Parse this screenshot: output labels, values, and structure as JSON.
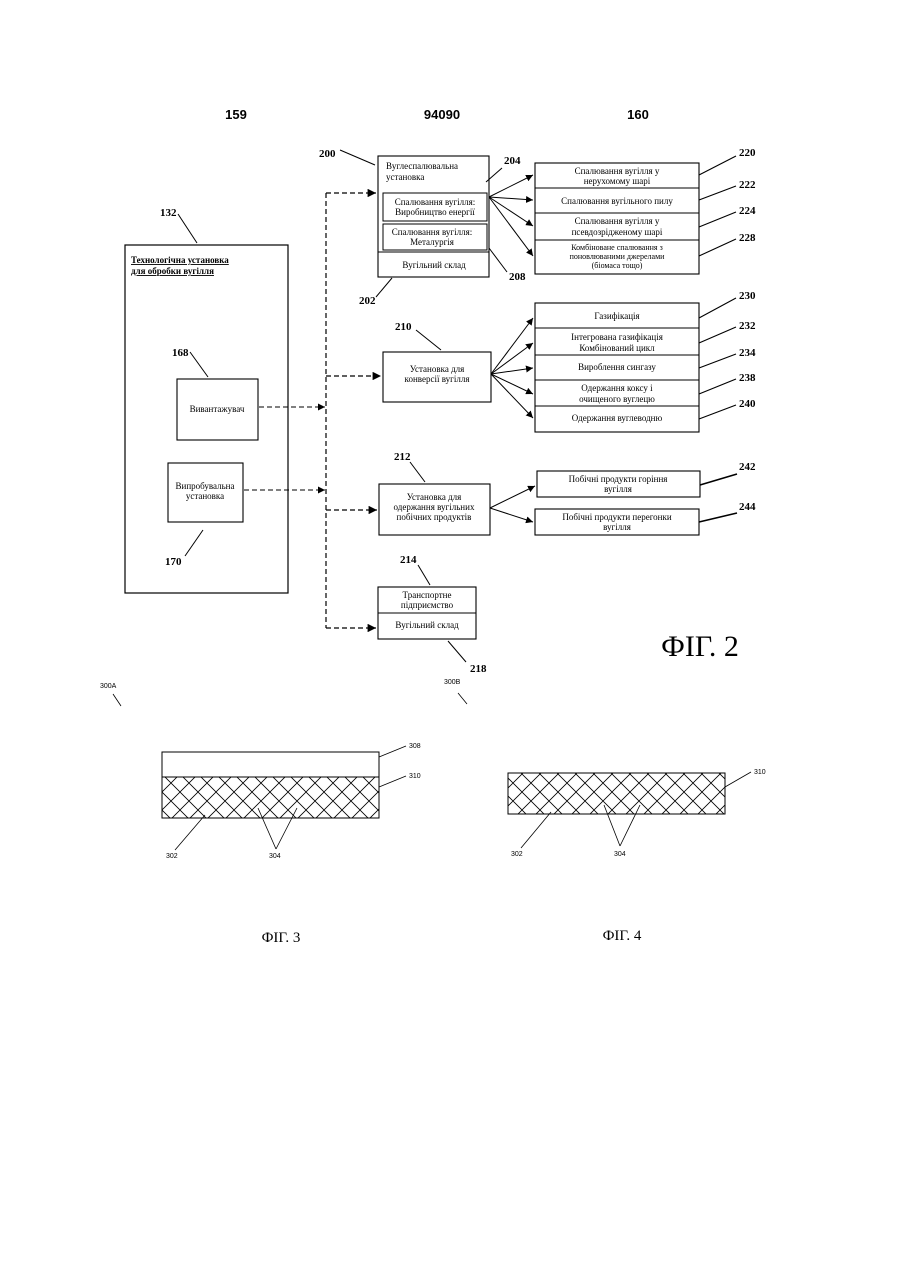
{
  "header": {
    "left_number": "159",
    "center_number": "94090",
    "right_number": "160"
  },
  "fig2": {
    "caption": "ФІГ. 2",
    "main_plant": {
      "ref": "132",
      "title_line1": "Технологічна установка",
      "title_line2": "для обробки вугілля"
    },
    "unloader": {
      "ref": "168",
      "label": "Вивантажувач"
    },
    "test_plant": {
      "ref": "170",
      "label_line1": "Випробувальна",
      "label_line2": "установка"
    },
    "combustion_plant": {
      "ref": "200",
      "title_line1": "Вуглеспалювальна",
      "title_line2": "установка",
      "power": {
        "ref": "204",
        "line1": "Спалювання вугілля:",
        "line2": "Виробництво енергії"
      },
      "metallurgy": {
        "ref": "208",
        "line1": "Спалювання вугілля:",
        "line2": "Металургія"
      },
      "storage": {
        "ref": "202",
        "label": "Вугільний склад"
      }
    },
    "combustion_types": [
      {
        "ref": "220",
        "line1": "Спалювання вугілля у",
        "line2": "нерухомому шарі",
        "line3": ""
      },
      {
        "ref": "222",
        "line1": "Спалювання вугільного пилу",
        "line2": "",
        "line3": ""
      },
      {
        "ref": "224",
        "line1": "Спалювання вугілля у",
        "line2": "псевдозрідженому шарі",
        "line3": ""
      },
      {
        "ref": "228",
        "line1": "Комбіноване спалювання з",
        "line2": "поновлюваними джерелами",
        "line3": "(біомаса тощо)"
      }
    ],
    "conversion_plant": {
      "ref": "210",
      "line1": "Установка для",
      "line2": "конверсії вугілля"
    },
    "conversion_types": [
      {
        "ref": "230",
        "line1": "Газифікація",
        "line2": ""
      },
      {
        "ref": "232",
        "line1": "Інтегрована газифікація",
        "line2": "Комбінований цикл"
      },
      {
        "ref": "234",
        "line1": "Вироблення сингазу",
        "line2": ""
      },
      {
        "ref": "238",
        "line1": "Одержання коксу і",
        "line2": "очищеного вуглецю"
      },
      {
        "ref": "240",
        "line1": "Одержання вуглеводню",
        "line2": ""
      }
    ],
    "byproduct_plant": {
      "ref": "212",
      "line1": "Установка для",
      "line2": "одержання вугільних",
      "line3": "побічних продуктів"
    },
    "byproducts": [
      {
        "ref": "242",
        "line1": "Побічні продукти горіння",
        "line2": "вугілля"
      },
      {
        "ref": "244",
        "line1": "Побічні продукти перегонки",
        "line2": "вугілля"
      }
    ],
    "transport": {
      "ref": "214",
      "line1": "Транспортне",
      "line2": "підприємство"
    },
    "transport_storage": {
      "ref": "218",
      "label": "Вугільний склад"
    }
  },
  "fig3": {
    "caption": "ФІГ. 3",
    "ref_main": "300A",
    "ref_top": "308",
    "ref_layer": "310",
    "ref_left": "302",
    "ref_mesh": "304"
  },
  "fig4": {
    "caption": "ФІГ. 4",
    "ref_main": "300B",
    "ref_layer": "310",
    "ref_left": "302",
    "ref_mesh": "304"
  }
}
